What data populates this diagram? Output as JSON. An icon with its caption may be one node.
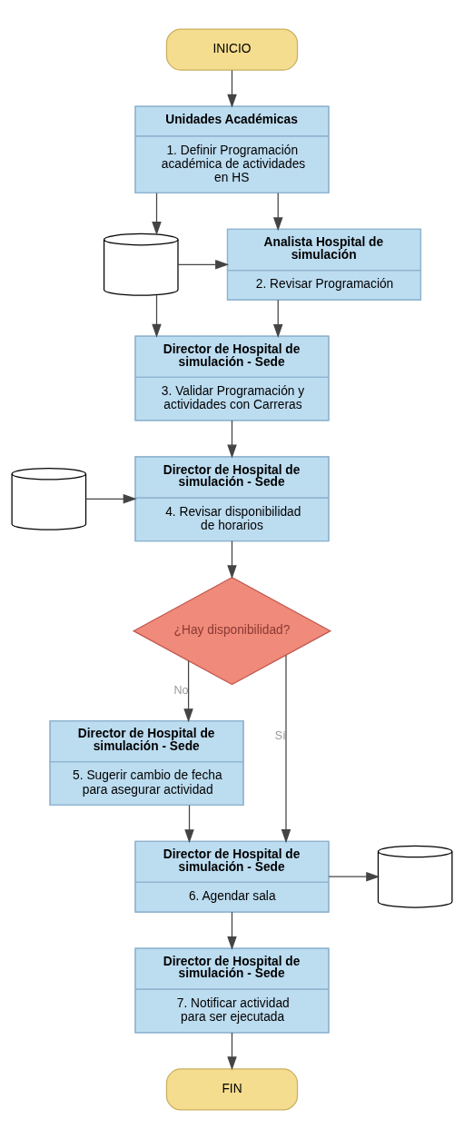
{
  "diagram": {
    "nodes": [
      {
        "text": [
          "INICIO"
        ]
      },
      {
        "text": [
          "Unidades Académicas",
          "1. Definir Programación académica de actividades en HS"
        ]
      },
      {
        "text": [],
        "shape": "cylinder"
      },
      {
        "text": [
          "Analista Hospital de simulación",
          "2. Revisar Programación"
        ]
      },
      {
        "text": [
          "Director de Hospital de simulación - Sede",
          "3. Validar Programación y actividades con Carreras"
        ]
      },
      {
        "text": [],
        "shape": "cylinder"
      },
      {
        "text": [
          "Director de Hospital de simulación - Sede",
          "4. Revisar disponibilidad de horarios"
        ]
      },
      {
        "text": [
          "¿Hay disponibilidad?"
        ]
      },
      {
        "text": [
          "Director de Hospital de simulación - Sede",
          "5. Sugerir cambio de fecha para asegurar actividad"
        ]
      },
      {
        "text": [
          "Director de Hospital de simulación - Sede",
          "6. Agendar sala"
        ]
      },
      {
        "text": [],
        "shape": "cylinder"
      },
      {
        "text": [
          "Director de Hospital de simulación - Sede",
          "7. Notificar actividad para ser ejecutada"
        ]
      },
      {
        "text": [
          "FIN"
        ]
      }
    ],
    "edges": [
      {
        "from": 0,
        "to": 1,
        "arrow": "to"
      },
      {
        "from": 1,
        "to": 2,
        "arrow": "to"
      },
      {
        "from": 2,
        "to": 3,
        "arrow": "to"
      },
      {
        "from": 1,
        "to": 3,
        "arrow": "to"
      },
      {
        "from": 2,
        "to": 4,
        "arrow": "to"
      },
      {
        "from": 3,
        "to": 4,
        "arrow": "to"
      },
      {
        "from": 5,
        "to": 6,
        "arrow": "to"
      },
      {
        "from": 4,
        "to": 6,
        "arrow": "to"
      },
      {
        "from": 6,
        "to": 7,
        "arrow": "to"
      },
      {
        "from": 7,
        "to": 8,
        "label": "No",
        "arrow": "to"
      },
      {
        "from": 7,
        "to": 9,
        "label": "Sí",
        "arrow": "to"
      },
      {
        "from": 8,
        "to": 9,
        "arrow": "to"
      },
      {
        "from": 9,
        "to": 10,
        "arrow": "to"
      },
      {
        "from": 9,
        "to": 11,
        "arrow": "to"
      },
      {
        "from": 11,
        "to": 12,
        "arrow": "to"
      }
    ]
  }
}
